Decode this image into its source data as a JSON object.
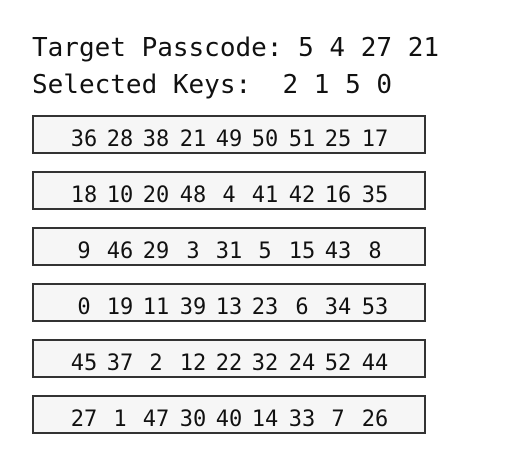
{
  "header": {
    "target_label": "Target Passcode:",
    "target_digits": [
      "5",
      "4",
      "27",
      "21"
    ],
    "selected_label": "Selected Keys:",
    "selected_digits": [
      "2",
      "1",
      "5",
      "0"
    ]
  },
  "keypad": {
    "rows": [
      [
        "36",
        "28",
        "38",
        "21",
        "49",
        "50",
        "51",
        "25",
        "17"
      ],
      [
        "18",
        "10",
        "20",
        "48",
        "4",
        "41",
        "42",
        "16",
        "35"
      ],
      [
        "9",
        "46",
        "29",
        "3",
        "31",
        "5",
        "15",
        "43",
        "8"
      ],
      [
        "0",
        "19",
        "11",
        "39",
        "13",
        "23",
        "6",
        "34",
        "53"
      ],
      [
        "45",
        "37",
        "2",
        "12",
        "22",
        "32",
        "24",
        "52",
        "44"
      ],
      [
        "27",
        "1",
        "47",
        "30",
        "40",
        "14",
        "33",
        "7",
        "26"
      ]
    ]
  }
}
